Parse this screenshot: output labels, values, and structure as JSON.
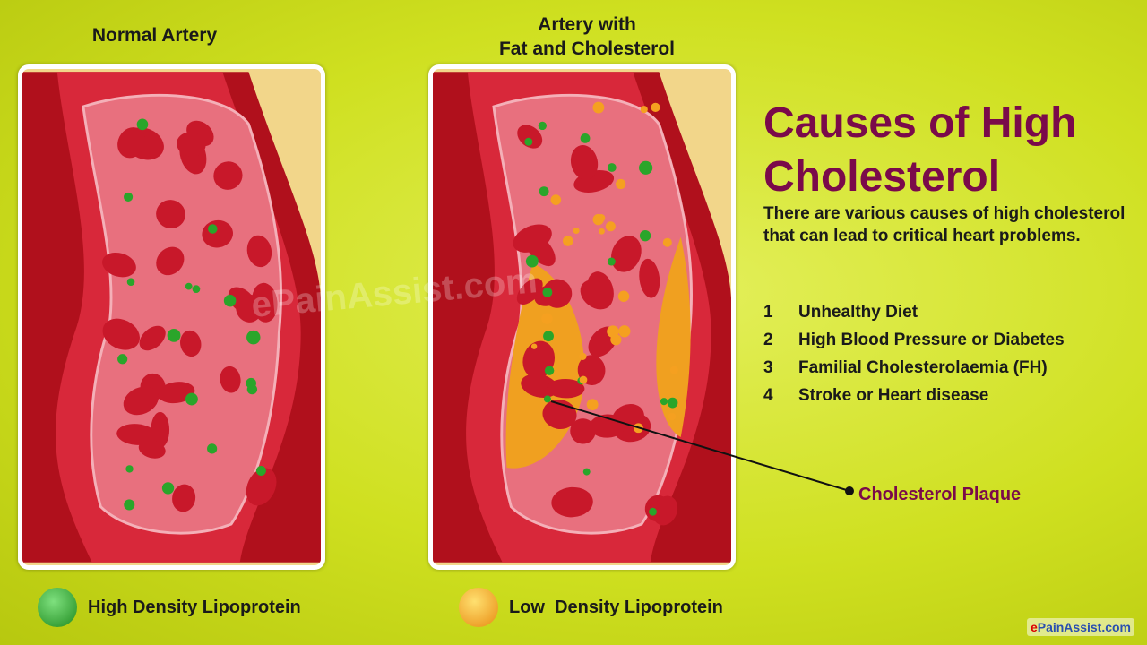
{
  "captions": {
    "normal": "Normal Artery",
    "fat_line1": "Artery with",
    "fat_line2": "Fat and Cholesterol"
  },
  "title_line1": "Causes of High",
  "title_line2": "Cholesterol",
  "intro": "There are various causes of high cholesterol that can lead to critical heart problems.",
  "causes": [
    {
      "num": "1",
      "text": "Unhealthy Diet"
    },
    {
      "num": "2",
      "text": "High Blood Pressure or Diabetes"
    },
    {
      "num": "3",
      "text": "Familial Cholesterolaemia (FH)"
    },
    {
      "num": "4",
      "text": "Stroke or Heart disease"
    }
  ],
  "plaque_label": "Cholesterol Plaque",
  "legend": {
    "hdl": "High Density Lipoprotein",
    "ldl": "Low  Density Lipoprotein"
  },
  "watermark": "ePainAssist.com",
  "logo_e": "e",
  "logo_rest": "PainAssist.com",
  "colors": {
    "title": "#7a0a4a",
    "hdl": "#2aa52a",
    "ldl": "#f5a020"
  }
}
